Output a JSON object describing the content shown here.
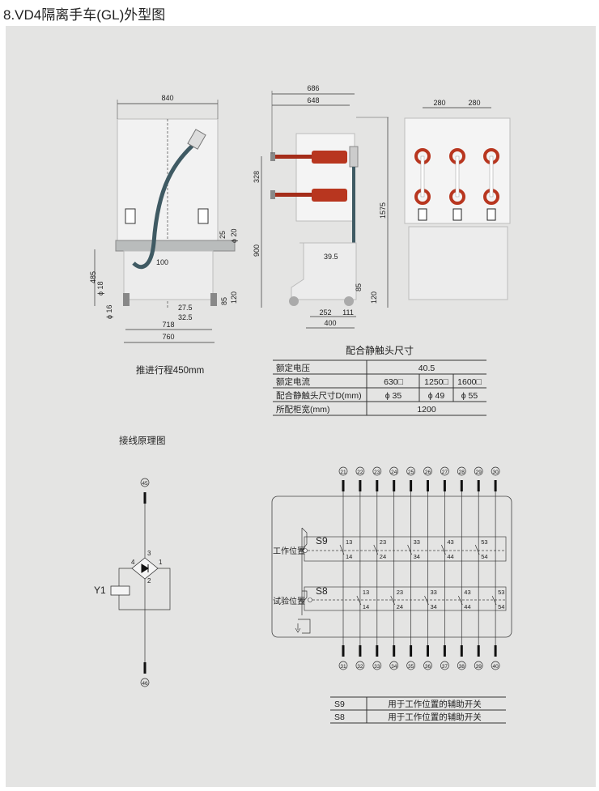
{
  "title": "8.VD4隔离手车(GL)外型图",
  "front_view": {
    "dims": {
      "width_top": "840",
      "d25": "25",
      "phi20": "ϕ 20",
      "d100": "100",
      "d485": "485",
      "phi18": "ϕ 18",
      "phi16": "ϕ 16",
      "d27_5": "27.5",
      "d32_5": "32.5",
      "d85": "85",
      "d120": "120",
      "d718": "718",
      "d760": "760"
    },
    "caption": "推进行程450mm"
  },
  "side_view": {
    "dims": {
      "d686": "686",
      "d648": "648",
      "d328": "328",
      "d900": "900",
      "d1575": "1575",
      "d39_5": "39.5",
      "d85": "85",
      "d120": "120",
      "d252": "252",
      "d111": "111",
      "d400": "400"
    }
  },
  "rear_view": {
    "dims": {
      "p1": "280",
      "p2": "280"
    }
  },
  "contact_table": {
    "caption": "配合静触头尺寸",
    "rows": [
      {
        "label": "额定电压",
        "cells": [
          "40.5"
        ]
      },
      {
        "label": "额定电流",
        "cells": [
          "630□",
          "1250□",
          "1600□"
        ]
      },
      {
        "label": "配合静触头尺寸D(mm)",
        "cells": [
          "ϕ 35",
          "ϕ 49",
          "ϕ 55"
        ]
      },
      {
        "label": "所配柜宽(mm)",
        "cells": [
          "1200"
        ]
      }
    ]
  },
  "wiring": {
    "heading": "接线原理图",
    "y1": {
      "label": "Y1",
      "top_terminal": "45",
      "bottom_terminal": "46",
      "pins": [
        "1",
        "2",
        "3",
        "4"
      ]
    },
    "top_terminals": [
      "21",
      "22",
      "23",
      "24",
      "25",
      "26",
      "27",
      "28",
      "29",
      "30"
    ],
    "bottom_terminals": [
      "31",
      "32",
      "33",
      "34",
      "35",
      "36",
      "37",
      "38",
      "39",
      "40"
    ],
    "s9": {
      "label": "S9",
      "position": "工作位置",
      "contacts": [
        [
          "13",
          "14"
        ],
        [
          "23",
          "24"
        ],
        [
          "33",
          "34"
        ],
        [
          "43",
          "44"
        ],
        [
          "53",
          "54"
        ]
      ]
    },
    "s8": {
      "label": "S8",
      "position": "试验位置",
      "contacts": [
        [
          "13",
          "14"
        ],
        [
          "23",
          "24"
        ],
        [
          "33",
          "34"
        ],
        [
          "43",
          "44"
        ],
        [
          "53",
          "54"
        ]
      ]
    }
  },
  "legend_table": {
    "rows": [
      {
        "code": "S9",
        "desc": "用于工作位置的辅助开关"
      },
      {
        "code": "S8",
        "desc": "用于工作位置的辅助开关"
      }
    ]
  },
  "colors": {
    "panel": "#e4e4e3",
    "insulator": "#b8361f",
    "cable": "#3f5a63"
  }
}
